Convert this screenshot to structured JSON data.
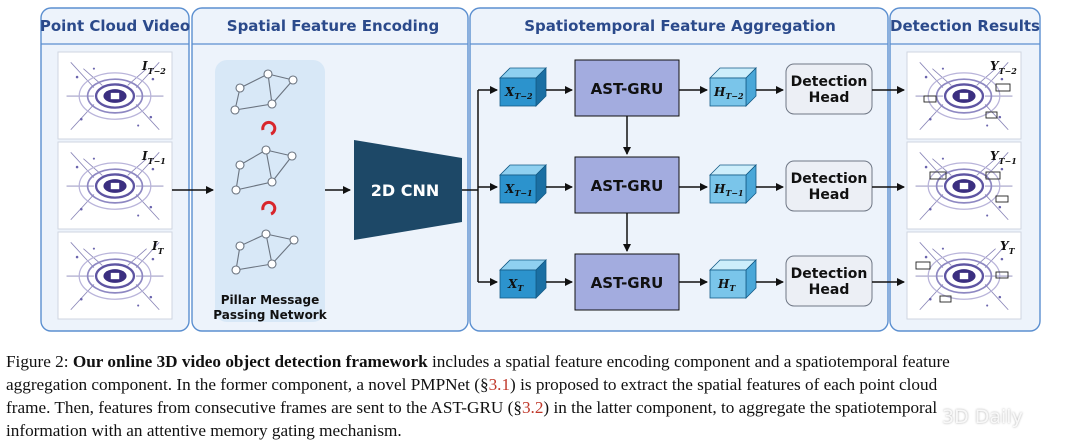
{
  "panels": {
    "point_cloud_video": "Point Cloud Video",
    "spatial_feature_encoding": "Spatial Feature Encoding",
    "spatiotemporal_feature_aggregation": "Spatiotemporal Feature Aggregation",
    "detection_results": "Detection Results"
  },
  "frames": [
    {
      "main": "I",
      "sub": "T−2"
    },
    {
      "main": "I",
      "sub": "T−1"
    },
    {
      "main": "I",
      "sub": "T"
    }
  ],
  "pmpnet": {
    "line1": "Pillar Message",
    "line2": "Passing Network"
  },
  "cnn_label": "2D CNN",
  "features": [
    {
      "main": "X",
      "sub": "T−2"
    },
    {
      "main": "X",
      "sub": "T−1"
    },
    {
      "main": "X",
      "sub": "T"
    }
  ],
  "gru_label": "AST-GRU",
  "hidden": [
    {
      "main": "H",
      "sub": "T−2"
    },
    {
      "main": "H",
      "sub": "T−1"
    },
    {
      "main": "H",
      "sub": "T"
    }
  ],
  "detection_head": {
    "line1": "Detection",
    "line2": "Head"
  },
  "outputs": [
    {
      "main": "Y",
      "sub": "T−2"
    },
    {
      "main": "Y",
      "sub": "T−1"
    },
    {
      "main": "Y",
      "sub": "T"
    }
  ],
  "caption": {
    "figure_label": "Figure 2:",
    "bold_phrase": "Our online 3D video object detection framework",
    "line1_rest": "includes a spatial feature encoding component and a spatiotemporal feature",
    "line2_a": "aggregation component. In the former component, a novel PMPNet (§",
    "ref1": "3.1",
    "line2_b": ") is proposed to extract the spatial features of each point cloud",
    "line3_a": "frame. Then, features from consecutive frames are sent to the AST-GRU (§",
    "ref2": "3.2",
    "line3_b": ") in the latter component, to aggregate the spatiotemporal",
    "line4": "information with an attentive memory gating mechanism."
  },
  "watermark": "3D Daily",
  "colors": {
    "panel_border": "#5b8fd0",
    "panel_fill": "#edf3fb",
    "panel_title": "#2b4a8b",
    "pmp_fill": "#d8e8f7",
    "cnn_fill": "#1d4867",
    "gru_fill": "#a3acdf",
    "cube_front": "#2c93cd",
    "cube_top": "#8fd0f0",
    "cube_side": "#1a6fa3",
    "head_fill": "#eceff5",
    "caption_ref": "#c0392b"
  }
}
